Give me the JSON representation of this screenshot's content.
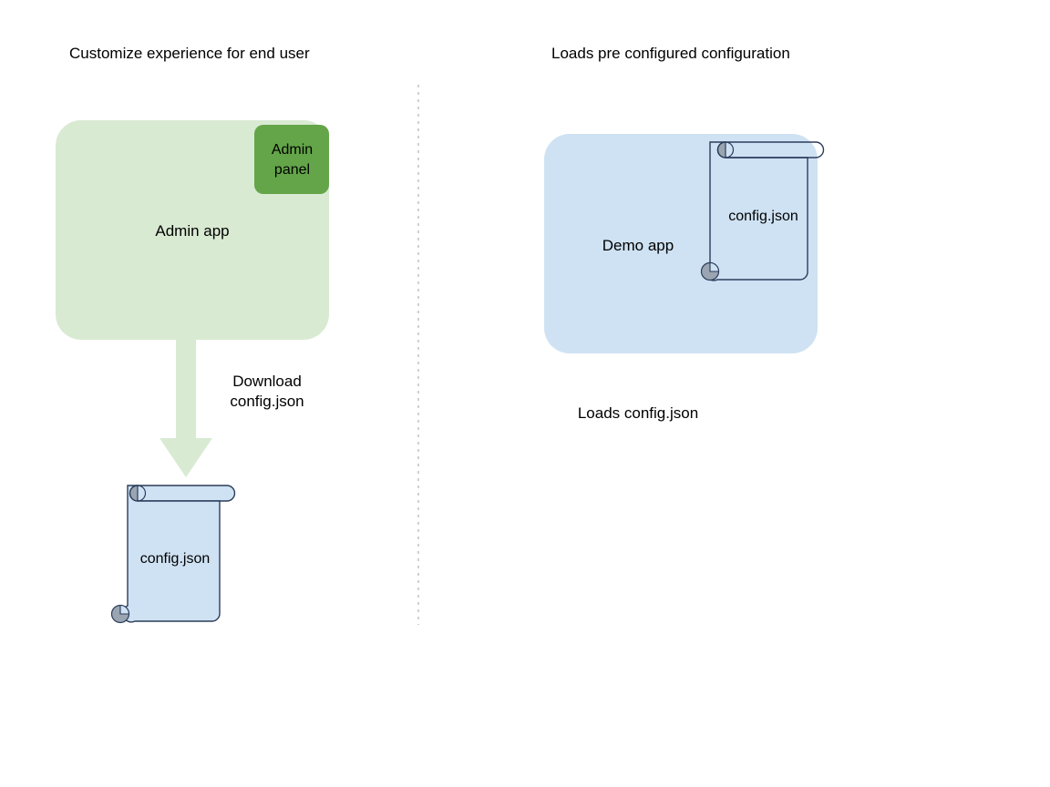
{
  "diagram": {
    "title_left": "Customize experience for end user",
    "title_right": "Loads pre configured configuration",
    "left_flow": {
      "app_box_label": "Admin app",
      "panel_label": "Admin\npanel",
      "arrow_label": "Download\nconfig.json",
      "file_label": "config.json"
    },
    "right_flow": {
      "app_box_label": "Demo app",
      "file_label": "config.json",
      "caption": "Loads config.json"
    },
    "colors": {
      "app_green_fill": "#d9ead3",
      "panel_green_fill": "#63a548",
      "app_blue_fill": "#cfe2f3",
      "file_blue_fill": "#cfe2f3",
      "file_stroke": "#2b3c5a",
      "curl_gray": "#9aa5b1",
      "arrow_green": "#d9ead3",
      "divider_gray": "#bdbdbd",
      "text": "#000000",
      "background": "#ffffff"
    }
  }
}
